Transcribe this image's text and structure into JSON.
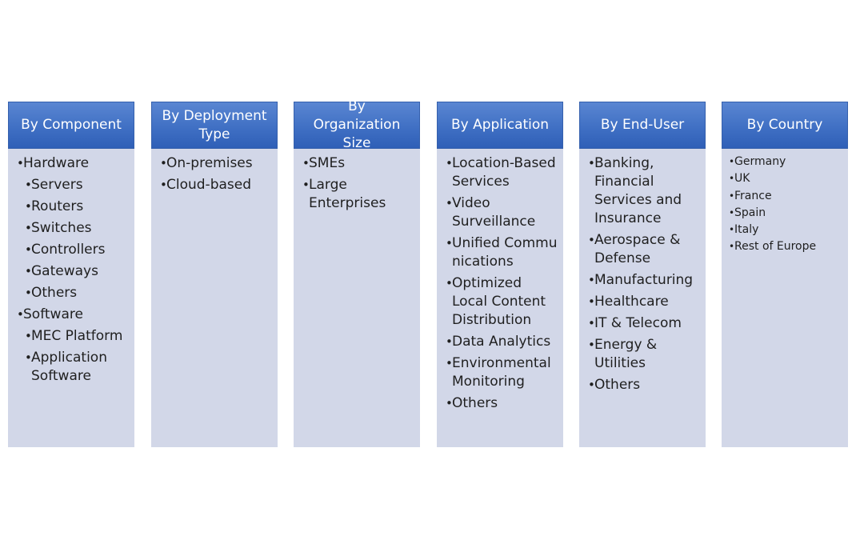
{
  "columns": [
    {
      "heading": "By Component",
      "items": [
        {
          "text": "Hardware",
          "level": 1
        },
        {
          "text": "Servers",
          "level": 2
        },
        {
          "text": "Routers",
          "level": 2
        },
        {
          "text": "Switches",
          "level": 2
        },
        {
          "text": "Controllers",
          "level": 2
        },
        {
          "text": "Gateways",
          "level": 2
        },
        {
          "text": "Others",
          "level": 2
        },
        {
          "text": "Software",
          "level": 1
        },
        {
          "text": "MEC Platform",
          "level": 2
        },
        {
          "text": "Application Software",
          "level": 2
        }
      ]
    },
    {
      "heading": "By Deployment Type",
      "items": [
        {
          "text": "On-premises",
          "level": 1
        },
        {
          "text": "Cloud-based",
          "level": 1
        }
      ]
    },
    {
      "heading": "By Organization Size",
      "items": [
        {
          "text": "SMEs",
          "level": 1
        },
        {
          "text": "Large Enterprises",
          "level": 1
        }
      ]
    },
    {
      "heading": "By Application",
      "items": [
        {
          "text": "Location-Based Services",
          "level": 1
        },
        {
          "text": "Video Surveillance",
          "level": 1
        },
        {
          "text": "Unified Communications",
          "level": 1
        },
        {
          "text": "Optimized Local Content Distribution",
          "level": 1
        },
        {
          "text": "Data Analytics",
          "level": 1
        },
        {
          "text": "Environmental Monitoring",
          "level": 1
        },
        {
          "text": "Others",
          "level": 1
        }
      ]
    },
    {
      "heading": "By End-User",
      "items": [
        {
          "text": "Banking, Financial Services and Insurance",
          "level": 1
        },
        {
          "text": "Aerospace & Defense",
          "level": 1
        },
        {
          "text": "Manufacturing",
          "level": 1
        },
        {
          "text": "Healthcare",
          "level": 1
        },
        {
          "text": "IT & Telecom",
          "level": 1
        },
        {
          "text": "Energy & Utilities",
          "level": 1
        },
        {
          "text": "Others",
          "level": 1
        }
      ]
    },
    {
      "heading": "By Country",
      "items": [
        {
          "text": "Germany",
          "level": 1
        },
        {
          "text": "UK",
          "level": 1
        },
        {
          "text": "France",
          "level": 1
        },
        {
          "text": "Spain",
          "level": 1
        },
        {
          "text": "Italy",
          "level": 1
        },
        {
          "text": "Rest of Europe",
          "level": 1
        }
      ]
    }
  ],
  "colors": {
    "header": "#4472c4",
    "body": "#d2d7e8",
    "header_text": "#ffffff",
    "item_text": "#1f1f1f"
  },
  "icons": {
    "bullet": "bullet-icon"
  }
}
